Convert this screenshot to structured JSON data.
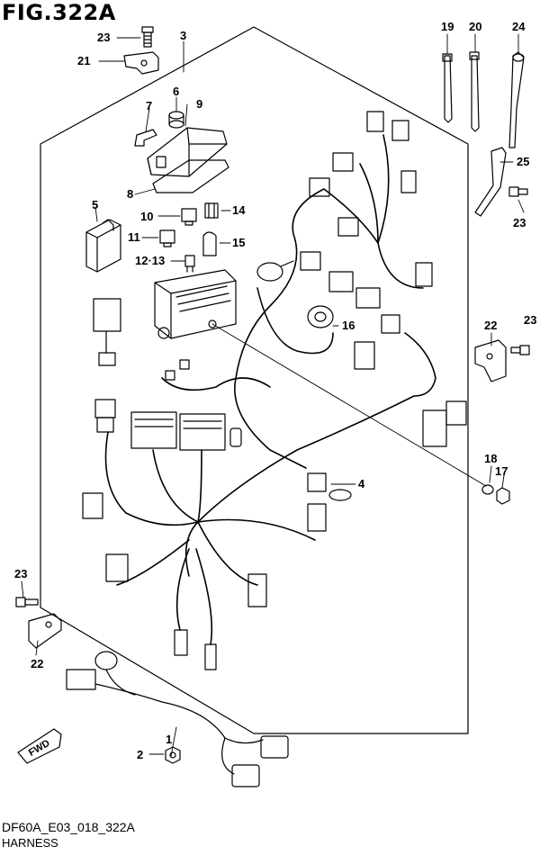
{
  "figure_title": "FIG.322A",
  "document_code": "DF60A_E03_018_322A",
  "document_name": "HARNESS",
  "direction_label": "FWD",
  "callouts": {
    "c1": "1",
    "c2": "2",
    "c3": "3",
    "c4": "4",
    "c5": "5",
    "c6": "6",
    "c7": "7",
    "c8": "8",
    "c9": "9",
    "c10": "10",
    "c11": "11",
    "c12_13": "12·13",
    "c14": "14",
    "c15": "15",
    "c16": "16",
    "c17": "17",
    "c18": "18",
    "c19": "19",
    "c20": "20",
    "c21": "21",
    "c22_top": "22",
    "c22_bottom": "22",
    "c23_top": "23",
    "c23_right": "23",
    "c23_mid": "23",
    "c23_left": "23",
    "c24": "24",
    "c25": "25"
  }
}
